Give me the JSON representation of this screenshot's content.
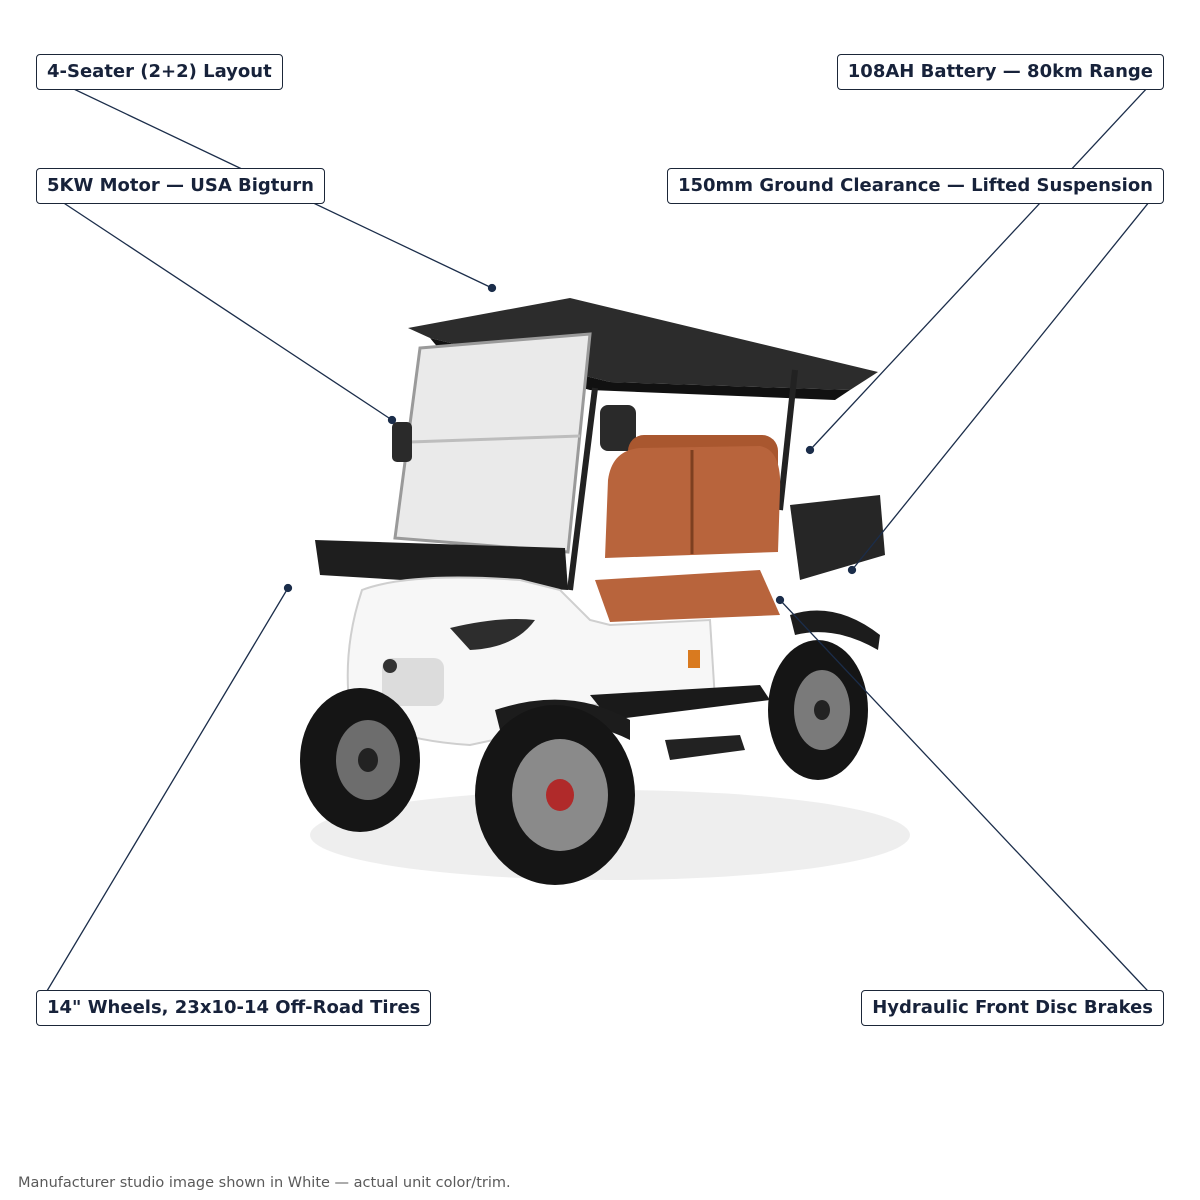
{
  "callouts": {
    "seating": "4-Seater (2+2) Layout",
    "battery": "108AH Battery — 80km Range",
    "motor": "5KW Motor — USA Bigturn",
    "clearance": "150mm Ground Clearance — Lifted Suspension",
    "wheels": "14\" Wheels, 23x10-14 Off-Road Tires",
    "brakes": "Hydraulic Front Disc Brakes"
  },
  "footnote": "Manufacturer studio image shown in White — actual unit color/trim.",
  "colors": {
    "label_border": "#1b2638",
    "leader_line": "#1b2d4a",
    "seat_leather": "#b8643c",
    "body": "#ffffff",
    "roof": "#2a2a2a"
  }
}
